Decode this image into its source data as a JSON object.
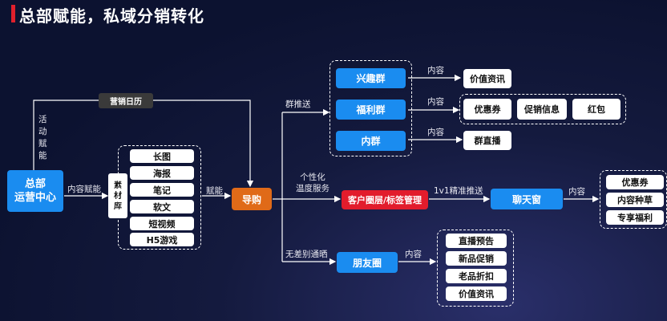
{
  "title": "总部赋能，私域分销转化",
  "hq": {
    "line1": "总部",
    "line2": "运营中心"
  },
  "calendar": "营销日历",
  "activity_label": [
    "活",
    "动",
    "赋",
    "能"
  ],
  "content_empower": "内容赋能",
  "material_lib": [
    "素",
    "材",
    "库"
  ],
  "materials": [
    "长图",
    "海报",
    "笔记",
    "软文",
    "短视频",
    "H5游戏"
  ],
  "empower": "赋能",
  "guide": "导购",
  "group_push": "群推送",
  "groups": [
    "兴趣群",
    "福利群",
    "内群"
  ],
  "content_label": "内容",
  "group_contents": {
    "interest": [
      "价值资讯"
    ],
    "welfare": [
      "优惠券",
      "促销信息",
      "红包"
    ],
    "inner": [
      "群直播"
    ]
  },
  "personalized": {
    "line1": "个性化",
    "line2": "温度服务"
  },
  "tagging": "客户圈层/标签管理",
  "precise_push": "1v1精准推送",
  "chat": "聊天窗",
  "chat_contents": [
    "优惠券",
    "内容种草",
    "专享福利"
  ],
  "broadcast": "无差别通晒",
  "moments": "朋友圈",
  "moments_contents": [
    "直播预告",
    "新品促销",
    "老品折扣",
    "价值资讯"
  ]
}
